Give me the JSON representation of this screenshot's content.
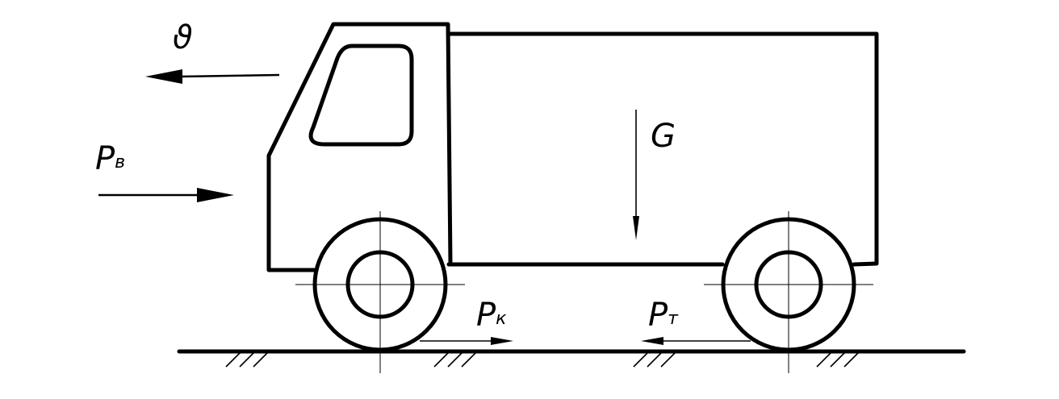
{
  "labels": {
    "velocity": "ϑ",
    "air_resistance": {
      "main": "P",
      "sub": "в"
    },
    "gravity": "G",
    "traction_force": {
      "main": "P",
      "sub": "к"
    },
    "braking_force": {
      "main": "P",
      "sub": "т"
    }
  }
}
